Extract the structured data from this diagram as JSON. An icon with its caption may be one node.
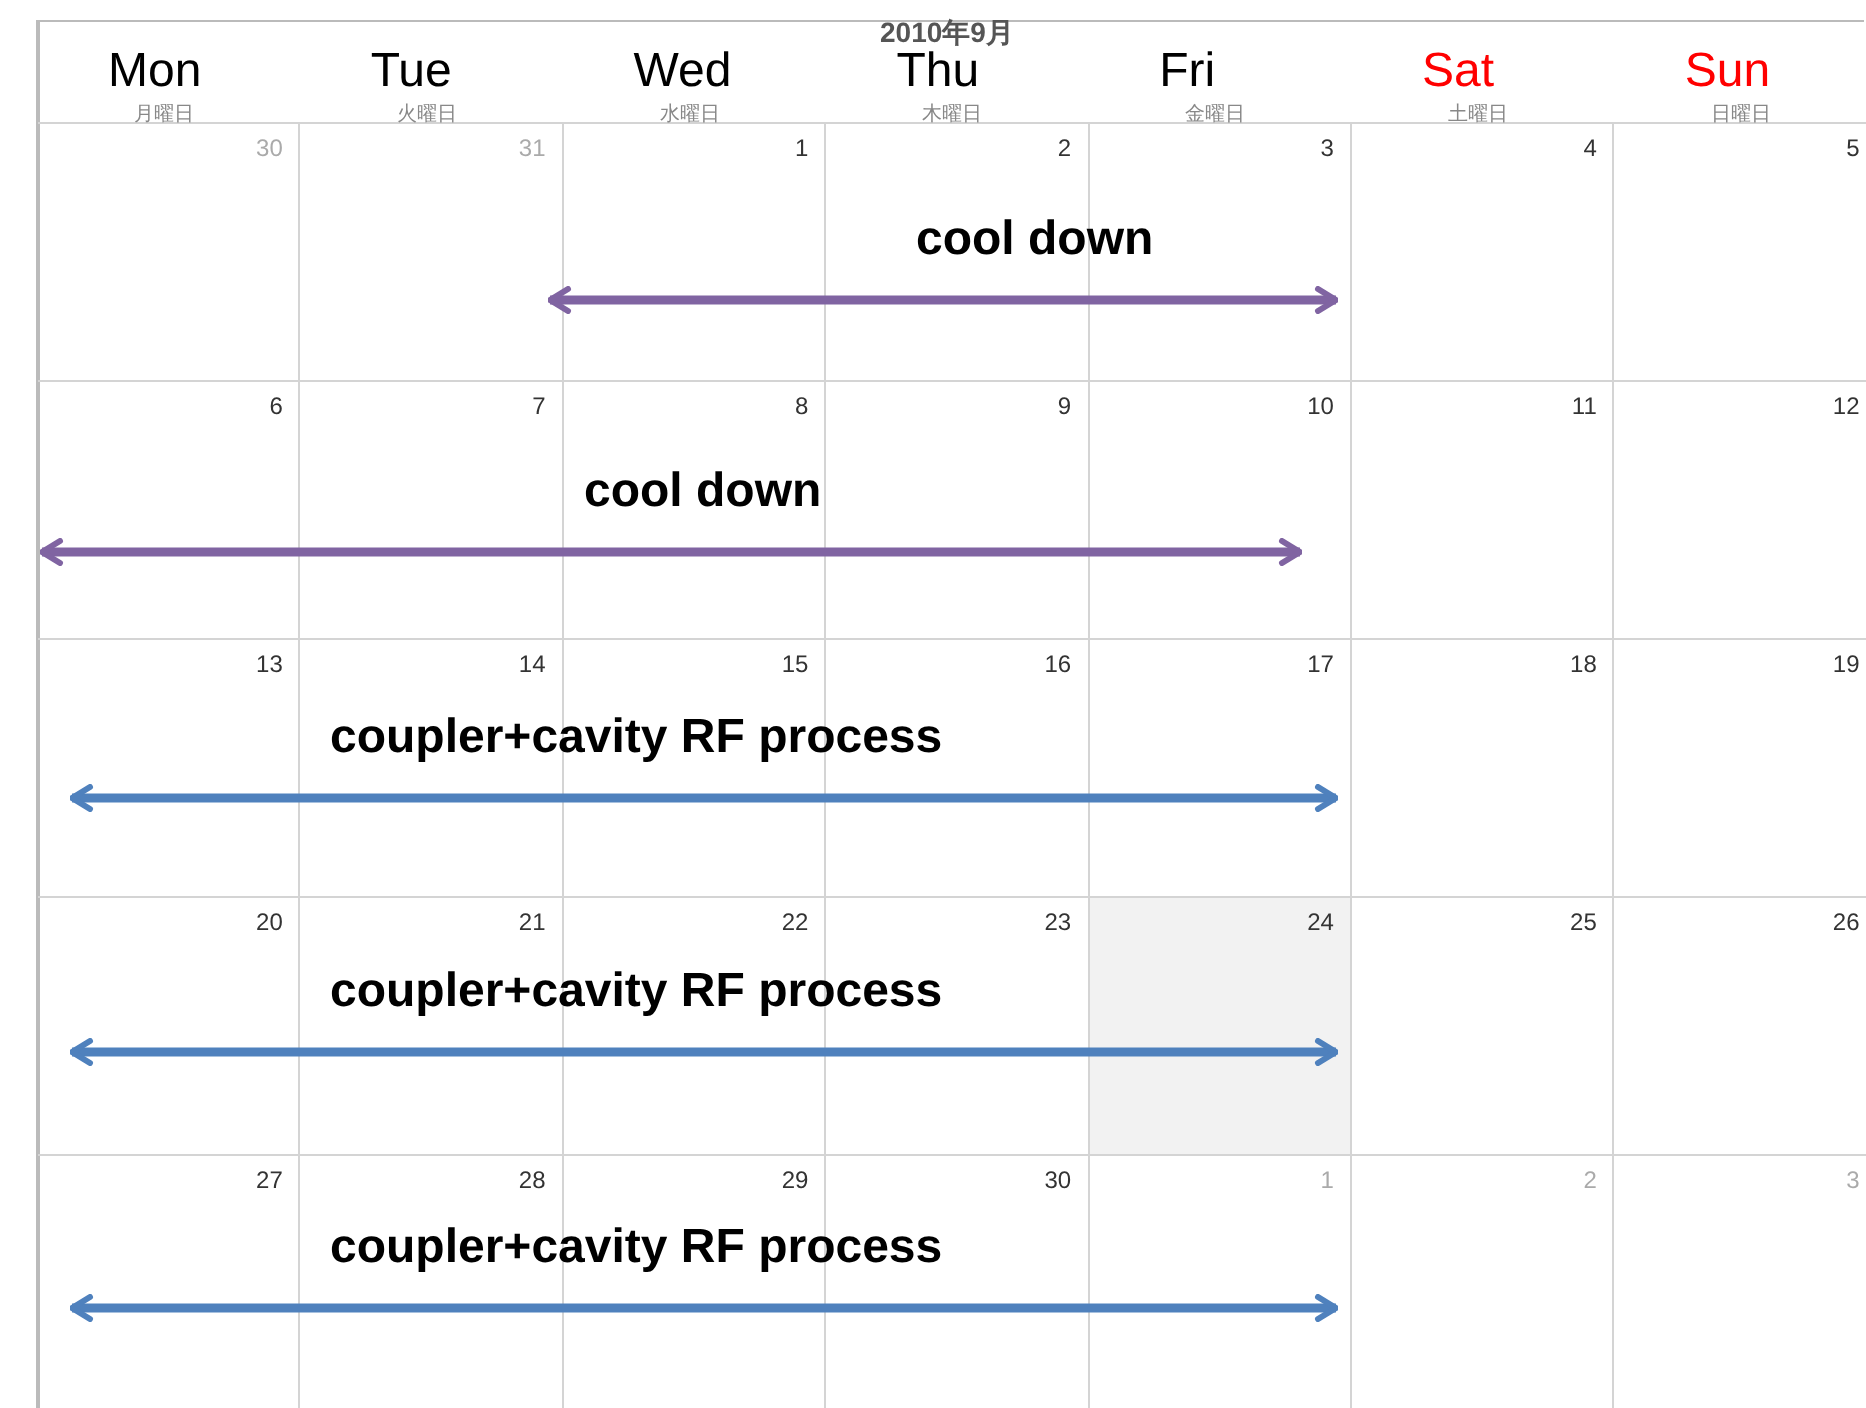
{
  "diagram": {
    "title": "2010年9月",
    "labels": [
      "Mon",
      "Tue",
      "Wed",
      "Thu",
      "Fri",
      "Sat",
      "Sun",
      "月曜日",
      "火曜日",
      "水曜日",
      "木曜日",
      "金曜日",
      "土曜日",
      "日曜日",
      "30",
      "31",
      "1",
      "2",
      "3",
      "4",
      "5",
      "cool down",
      "6",
      "7",
      "8",
      "9",
      "10",
      "11",
      "12",
      "cool down",
      "13",
      "14",
      "15",
      "16",
      "17",
      "18",
      "19",
      "coupler+cavity RF process",
      "20",
      "21",
      "22",
      "23",
      "24",
      "25",
      "26",
      "coupler+cavity RF process",
      "27",
      "28",
      "29",
      "30",
      "1",
      "2",
      "3",
      "coupler+cavity RF process"
    ]
  }
}
